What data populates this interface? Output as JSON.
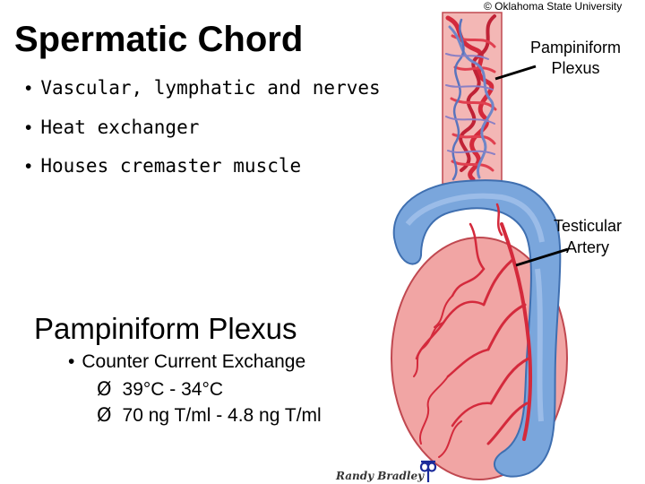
{
  "slide": {
    "title": "Spermatic Chord",
    "bullets": [
      "Vascular, lymphatic and nerves",
      "Heat exchanger",
      "Houses cremaster muscle"
    ],
    "bullet_symbol": "•",
    "copyright": "© Oklahoma State University",
    "labels": {
      "plexus": [
        "Pampiniform",
        "Plexus"
      ],
      "artery": [
        "Testicular",
        "Artery"
      ]
    },
    "subsection": {
      "title": "Pampiniform Plexus",
      "bullet": "Counter Current Exchange",
      "arrow_symbol": "Ø",
      "items": [
        "39°C - 34°C",
        "70 ng T/ml - 4.8 ng T/ml"
      ]
    },
    "signature": "Randy Bradley",
    "colors": {
      "skin": "#f1a5a4",
      "skin_stroke": "#c04850",
      "vessel": "#d42a3c",
      "vein_blue": "#7aa6dc",
      "vein_blue_dark": "#3f6fb0",
      "logo": "#1a2a9a"
    }
  }
}
